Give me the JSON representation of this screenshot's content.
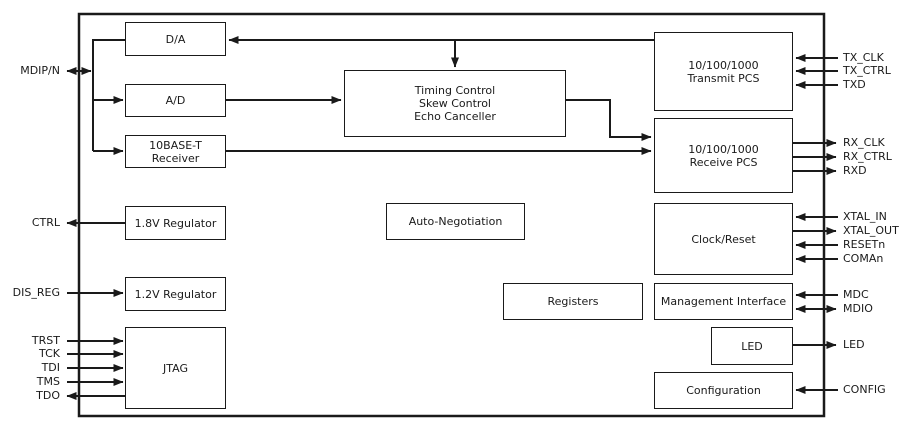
{
  "colors": {
    "line": "#1a1a1a",
    "background": "#ffffff",
    "box_fill": "#ffffff"
  },
  "blocks": {
    "da": {
      "label": "D/A"
    },
    "ad": {
      "label": "A/D"
    },
    "rx10baset": {
      "label": "10BASE-T\nReceiver"
    },
    "reg18": {
      "label": "1.8V Regulator"
    },
    "reg12": {
      "label": "1.2V Regulator"
    },
    "jtag": {
      "label": "JTAG"
    },
    "timing": {
      "label": "Timing Control\nSkew Control\nEcho Canceller"
    },
    "autoneg": {
      "label": "Auto-Negotiation"
    },
    "registers": {
      "label": "Registers"
    },
    "txpcs": {
      "label": "10/100/1000\nTransmit PCS"
    },
    "rxpcs": {
      "label": "10/100/1000\nReceive PCS"
    },
    "clockreset": {
      "label": "Clock/Reset"
    },
    "mgmt": {
      "label": "Management Interface"
    },
    "led": {
      "label": "LED"
    },
    "config": {
      "label": "Configuration"
    }
  },
  "pins_left": [
    {
      "label": "MDIP/N",
      "direction": "bidirectional"
    },
    {
      "label": "CTRL",
      "direction": "output"
    },
    {
      "label": "DIS_REG",
      "direction": "input"
    },
    {
      "label": "TRST",
      "direction": "input"
    },
    {
      "label": "TCK",
      "direction": "input"
    },
    {
      "label": "TDI",
      "direction": "input"
    },
    {
      "label": "TMS",
      "direction": "input"
    },
    {
      "label": "TDO",
      "direction": "output"
    }
  ],
  "pins_right": [
    {
      "label": "TX_CLK",
      "direction": "input"
    },
    {
      "label": "TX_CTRL",
      "direction": "input"
    },
    {
      "label": "TXD",
      "direction": "input"
    },
    {
      "label": "RX_CLK",
      "direction": "output"
    },
    {
      "label": "RX_CTRL",
      "direction": "output"
    },
    {
      "label": "RXD",
      "direction": "output"
    },
    {
      "label": "XTAL_IN",
      "direction": "input"
    },
    {
      "label": "XTAL_OUT",
      "direction": "output"
    },
    {
      "label": "RESETn",
      "direction": "input"
    },
    {
      "label": "COMAn",
      "direction": "input"
    },
    {
      "label": "MDC",
      "direction": "input"
    },
    {
      "label": "MDIO",
      "direction": "bidirectional"
    },
    {
      "label": "LED",
      "direction": "output"
    },
    {
      "label": "CONFIG",
      "direction": "input"
    }
  ]
}
